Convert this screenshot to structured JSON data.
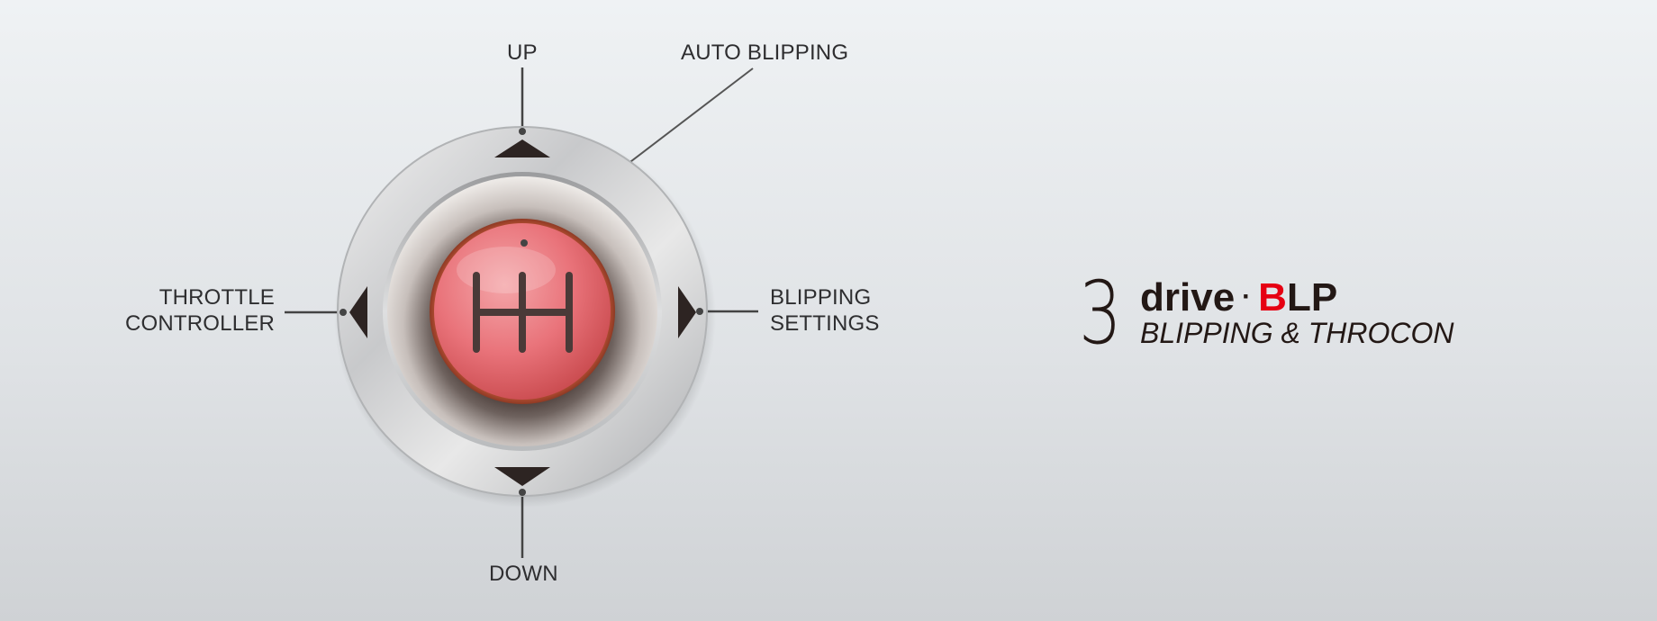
{
  "labels": {
    "up": "UP",
    "auto_blipping": "AUTO BLIPPING",
    "throttle_line1": "THROTTLE",
    "throttle_line2": "CONTROLLER",
    "blipping_line1": "BLIPPING",
    "blipping_line2": "SETTINGS",
    "down": "DOWN"
  },
  "brand": {
    "number": "3",
    "word": "drive",
    "separator": "·",
    "accent_letter": "B",
    "rest": "LP",
    "subtitle": "BLIPPING & THROCON"
  },
  "colors": {
    "accent": "#e60012",
    "button_face": "#e9737a",
    "text": "#231815",
    "metal_ring": "#c4c6c8"
  },
  "icons": {
    "up": "triangle-up-icon",
    "down": "triangle-down-icon",
    "left": "triangle-left-icon",
    "right": "triangle-right-icon",
    "center": "gear-shift-pattern-icon"
  }
}
